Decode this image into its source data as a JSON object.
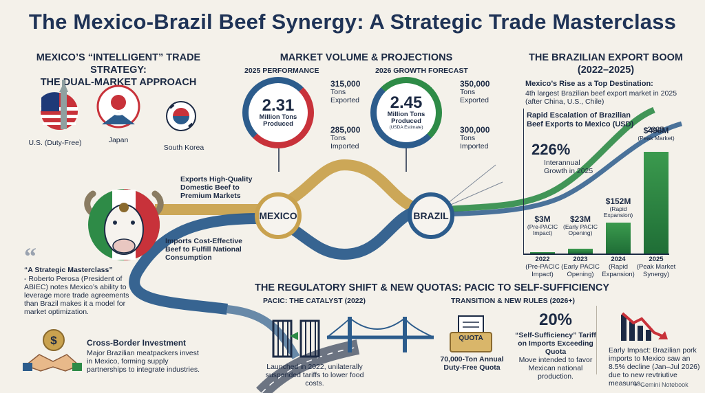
{
  "title": "The Mexico-Brazil Beef Synergy: A Strategic Trade Masterclass",
  "left": {
    "heading_line1": "MEXICO’S “INTELLIGENT” TRADE STRATEGY:",
    "heading_line2": "THE DUAL-MARKET APPROACH",
    "markets": [
      "U.S. (Duty-Free)",
      "Japan",
      "South Korea"
    ],
    "quote_title": "“A Strategic Masterclass”",
    "quote_body": "- Roberto Perosa (President of ABIEC) notes Mexico’s ability to leverage more trade agreements than Brazil makes it a model for market optimization.",
    "investment_title": "Cross-Border Investment",
    "investment_body": "Major Brazilian meatpackers invest in Mexico, forming supply partnerships to integrate industries."
  },
  "middle": {
    "heading": "MARKET VOLUME & PROJECTIONS",
    "perf_label": "2025 PERFORMANCE",
    "forecast_label": "2026 GROWTH FORECAST",
    "perf_value": "2.31",
    "perf_unit": "Million Tons Produced",
    "forecast_value": "2.45",
    "forecast_unit": "Million Tons Produced",
    "forecast_note": "(USDA Estimate)",
    "perf_exported_value": "315,000",
    "perf_exported_label": "Tons Exported",
    "perf_imported_value": "285,000",
    "perf_imported_label": "Tons Imported",
    "fc_exported_value": "350,000",
    "fc_exported_label": "Tons Exported",
    "fc_imported_value": "300,000",
    "fc_imported_label": "Tons Imported",
    "flow_export": "Exports High-Quality Domestic Beef to Premium Markets",
    "flow_import": "Imports Cost-Effective Beef to Fulfill National Consumption",
    "node_mexico": "MEXICO",
    "node_brazil": "BRAZIL"
  },
  "right": {
    "heading_line1": "THE BRAZILIAN EXPORT BOOM",
    "heading_line2": "(2022–2025)",
    "rise_title": "Mexico’s Rise as a Top Destination:",
    "rise_body": "4th largest Brazilian beef export market in 2025 (after China, U.S., Chile)",
    "chart_title": "Rapid Escalation of Brazilian Beef Exports to Mexico (USD)",
    "growth_value": "226%",
    "growth_label": "Interannual Growth in 2025"
  },
  "chart_data": {
    "type": "bar",
    "title": "Rapid Escalation of Brazilian Beef Exports to Mexico (USD)",
    "categories": [
      "2022",
      "2023",
      "2024",
      "2025"
    ],
    "category_notes": [
      "(Pre-PACIC Impact)",
      "(Early PACIC Opening)",
      "(Rapid Expansion)",
      "(Peak Market Synergy)"
    ],
    "values": [
      3,
      23,
      152,
      496
    ],
    "value_labels": [
      "$3M",
      "$23M",
      "$152M",
      "$496M"
    ],
    "value_notes": [
      "(Pre-PACIC Impact)",
      "(Early PACIC Opening)",
      "(Rapid Expansion)",
      "(Peak Market)"
    ],
    "top_year_label": "2025",
    "ylim": [
      0,
      496
    ]
  },
  "bottom": {
    "heading": "THE REGULATORY SHIFT & NEW QUOTAS: PACIC TO SELF-SUFFICIENCY",
    "pacic_label": "PACIC: THE CATALYST (2022)",
    "pacic_body": "Launched in 2022, unilaterally suspended tariffs to lower food costs.",
    "transition_label": "TRANSITION & NEW RULES (2026+)",
    "quota_tag": "QUOTA",
    "quota_body": "70,000-Ton Annual Duty-Free Quota",
    "tariff_value": "20%",
    "tariff_title": "“Self-Sufficiency” Tariff on Imports Exceeding Quota",
    "tariff_body": "Move intended to favor Mexican national production.",
    "impact_text": "Early Impact: Brazilian pork imports to Mexico saw an 8.5% decline (Jan–Jul 2026) due to new revtriutive measures."
  },
  "brand": "Gemini Notebook",
  "colors": {
    "navy": "#1c2a44",
    "blue": "#2c5c8c",
    "green": "#2e8b47",
    "gold": "#c9a24f",
    "red": "#c8323a"
  }
}
